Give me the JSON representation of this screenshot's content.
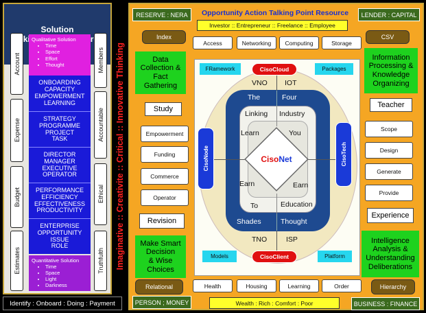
{
  "left_panel": {
    "title_line1": "Solution",
    "title_line2": "Talking Point Resource",
    "side_left": [
      "Account",
      "Expense",
      "Budget",
      "Estimates"
    ],
    "side_right": [
      "Members",
      "Accountable",
      "Ethical",
      "Truthfulth"
    ],
    "qualitative": {
      "title": "Qualitative Solution",
      "items": [
        "Time",
        "Space",
        "Effort",
        "Thought"
      ]
    },
    "quantitative": {
      "title": "Quantitative Solution",
      "items": [
        "Time",
        "Space",
        "Light",
        "Darkness"
      ]
    },
    "blue_groups": [
      [
        "ONBOARDING",
        "CAPACITY",
        "EMPOWERMENT",
        "LEARNING"
      ],
      [
        "STRATEGY",
        "PROGRAMME",
        "PROJECT",
        "TASK"
      ],
      [
        "DIRECTOR",
        "MANAGER",
        "EXECUTIVE",
        "OPERATOR"
      ],
      [
        "PERFORMANCE",
        "EFFICIENCY",
        "EFFECTIVENESS",
        "PRODUCTIVITY"
      ],
      [
        "ENTERPRISE",
        "OPPORTUNITY",
        "ISSUE",
        "ROLE"
      ]
    ]
  },
  "bottom_bar": "Identify : Onboard  : Doing : Payment",
  "vertical_banner": "Imaginative :: Creativite :: Critical :: Innovative Thinking",
  "right_panel": {
    "title": "Opportunity Action Talking Point Resource",
    "corners": {
      "tl": "RESERVE : NERA",
      "tr": "LENDER : CAPITAL",
      "bl": "PERSON ; MONEY",
      "br": "BUSINESS : FINANCE"
    },
    "top_yellow": "Investor :: Entrepreneur :: Freelance :: Employee",
    "bottom_yellow": "Wealth : Rich : Comfort : Poor",
    "olive": {
      "index": "Index",
      "csv": "CSV",
      "relational": "Relational",
      "hierarchy": "Hierarchy"
    },
    "top_items": [
      "Access",
      "Networking",
      "Computing",
      "Storage"
    ],
    "bottom_items": [
      "Health",
      "Housing",
      "Learning",
      "Order"
    ],
    "left_items": [
      "Empowerment",
      "Funding",
      "Commerce",
      "Operator"
    ],
    "right_items": [
      "Scope",
      "Design",
      "Generate",
      "Provide"
    ],
    "green": {
      "tl": [
        "Data",
        "Collection &",
        "Fact",
        "Gathering"
      ],
      "tr": [
        "Information",
        "Processing &",
        "Knowledge",
        "Organizing"
      ],
      "bl": [
        "Make Smart",
        "Decision",
        "& Wise",
        "Choices"
      ],
      "br": [
        "Intelligence",
        "Analysis &",
        "Understanding",
        "Deliberations"
      ]
    },
    "labels": {
      "study": "Study",
      "teacher": "Teacher",
      "revision": "Revision",
      "experience": "Experience"
    },
    "cyan": {
      "framework": "FRamework",
      "packages": "Packages",
      "models": "Models",
      "platform": "Platform"
    },
    "nodes": {
      "cloud": "CisoCloud",
      "client": "CisoClient",
      "node": "CisoNode",
      "tech": "CisoTech"
    },
    "center": {
      "vno": "VNO",
      "iot": "IOT",
      "tno": "TNO",
      "isp": "ISP",
      "the": "The",
      "four": "Four",
      "shades": "Shades",
      "thought": "Thought",
      "linking": "Linking",
      "industry": "Industry",
      "to": "To",
      "education": "Education",
      "learn": "Learn",
      "you": "You",
      "earn_l": "Earn",
      "earn_r": "Earn",
      "ciso": "Ciso",
      "net": "Net"
    }
  }
}
